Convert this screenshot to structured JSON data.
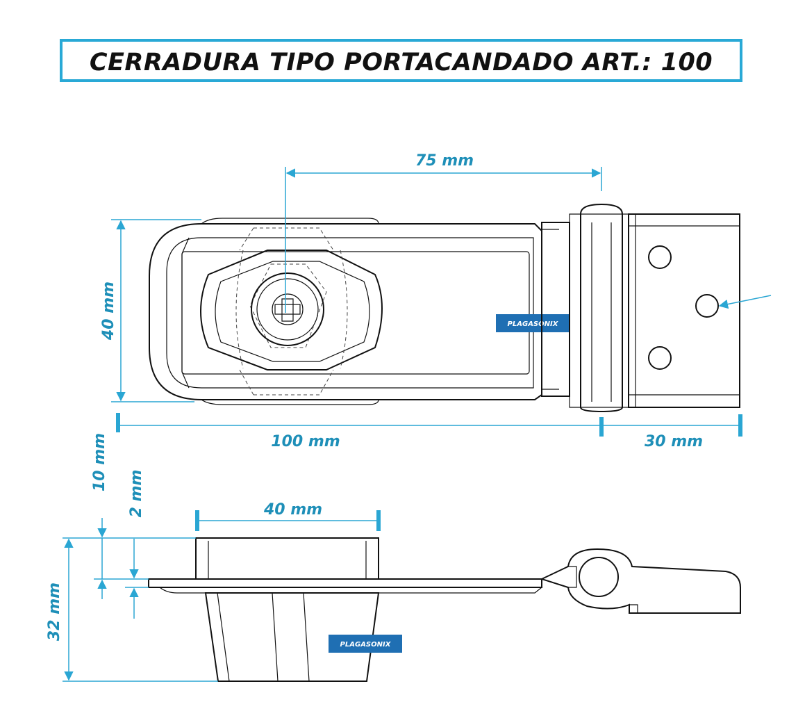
{
  "title": "CERRADURA TIPO PORTACANDADO ART.: 100",
  "brand": "PLAGASONIX",
  "dimensions": {
    "top_hole_spacing": "75 mm",
    "height": "40 mm",
    "body_length": "100 mm",
    "hinge_length": "30 mm",
    "side_top_offset": "10 mm",
    "plate_thickness": "2 mm",
    "housing_width": "40 mm",
    "depth": "32 mm"
  },
  "colors": {
    "dimension": "#2aa6d3",
    "outline": "#111111",
    "brand_badge": "#1f6fb3"
  }
}
